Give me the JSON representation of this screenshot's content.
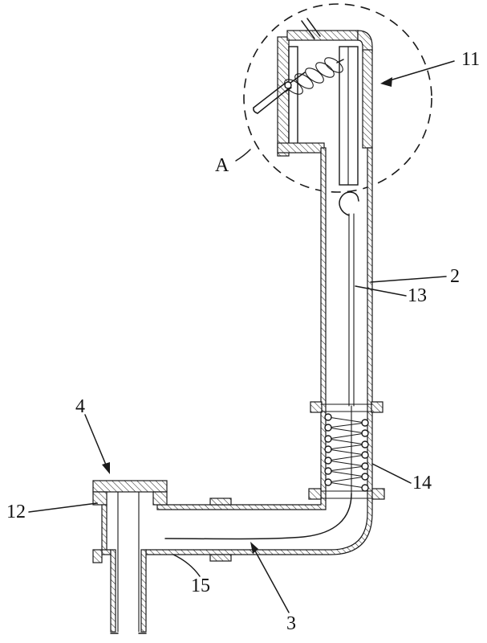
{
  "colors": {
    "line": "#1a1a1a",
    "background": "#ffffff"
  },
  "labels": [
    {
      "id": "11",
      "text": "11"
    },
    {
      "id": "A",
      "text": "A"
    },
    {
      "id": "2",
      "text": "2"
    },
    {
      "id": "13",
      "text": "13"
    },
    {
      "id": "14",
      "text": "14"
    },
    {
      "id": "4",
      "text": "4"
    },
    {
      "id": "12",
      "text": "12"
    },
    {
      "id": "15",
      "text": "15"
    },
    {
      "id": "3",
      "text": "3"
    }
  ]
}
